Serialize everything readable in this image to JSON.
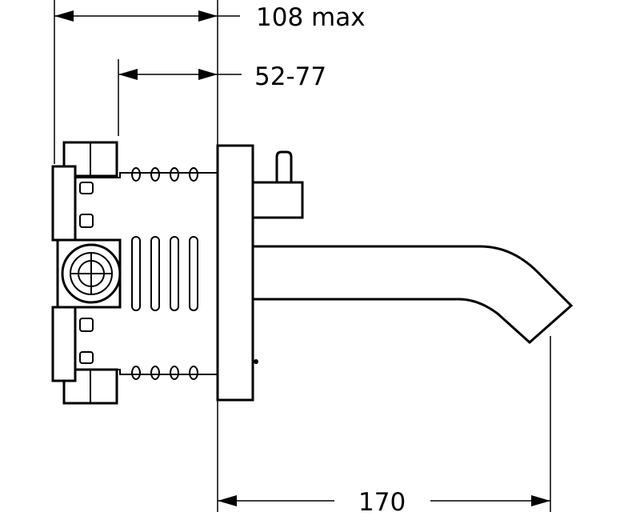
{
  "dimensions": {
    "max_depth": "108 max",
    "adjust_range": "52-77",
    "spout_projection": "170"
  },
  "colors": {
    "line": "#000000",
    "background": "#ffffff"
  }
}
